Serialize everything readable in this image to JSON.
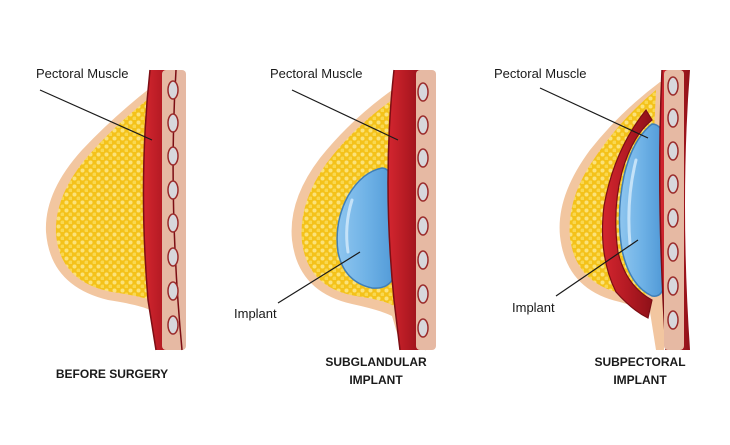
{
  "diagrams": [
    {
      "id": "before",
      "muscle_label": "Pectoral Muscle",
      "implant_label": "",
      "caption_line1": "BEFORE SURGERY",
      "caption_line2": ""
    },
    {
      "id": "subglandular",
      "muscle_label": "Pectoral Muscle",
      "implant_label": "Implant",
      "caption_line1": "SUBGLANDULAR",
      "caption_line2": "IMPLANT"
    },
    {
      "id": "subpectoral",
      "muscle_label": "Pectoral Muscle",
      "implant_label": "Implant",
      "caption_line1": "SUBPECTORAL",
      "caption_line2": "IMPLANT"
    }
  ],
  "colors": {
    "fat": "#f4c21a",
    "fat_dots": "#fbe27a",
    "skin": "#f2c6a0",
    "muscle": "#c8202a",
    "muscle_dark": "#8e1118",
    "rib": "#d7d7dc",
    "implant": "#6fb2e6",
    "implant_light": "#a9d4f4",
    "text": "#1a1a1a"
  }
}
